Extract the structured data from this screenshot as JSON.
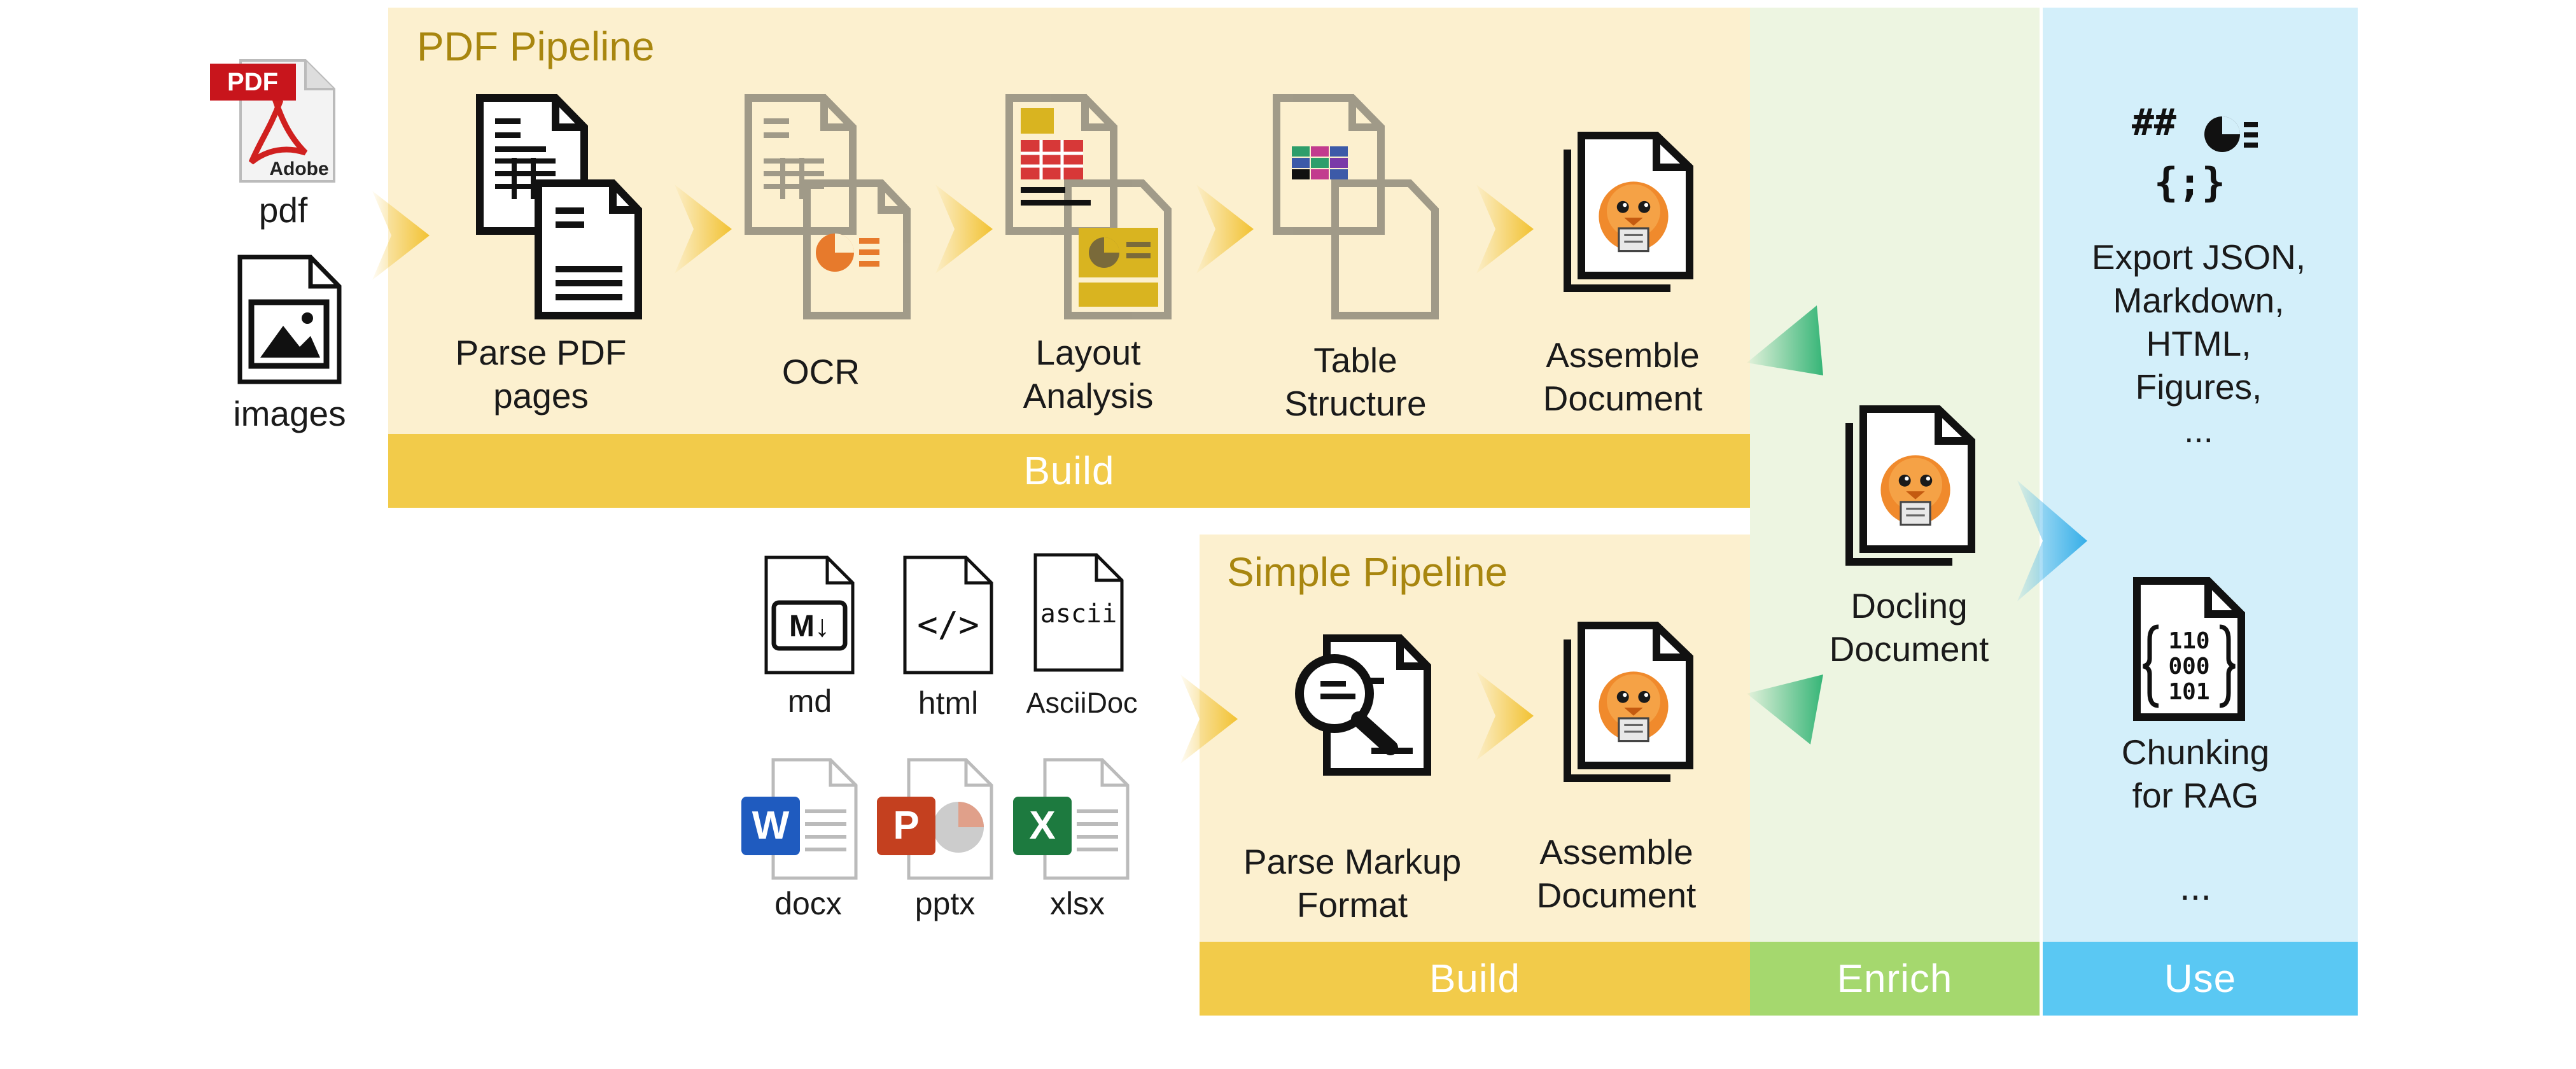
{
  "pdf_pipeline": {
    "title": "PDF Pipeline",
    "build_label": "Build",
    "inputs": [
      {
        "label": "pdf",
        "icon": "pdf-file-icon"
      },
      {
        "label": "images",
        "icon": "image-file-icon"
      }
    ],
    "stages": [
      {
        "label": "Parse PDF\npages"
      },
      {
        "label": "OCR"
      },
      {
        "label": "Layout\nAnalysis"
      },
      {
        "label": "Table\nStructure"
      },
      {
        "label": "Assemble\nDocument"
      }
    ]
  },
  "simple_pipeline": {
    "title": "Simple Pipeline",
    "build_label": "Build",
    "inputs": [
      {
        "label": "md"
      },
      {
        "label": "html"
      },
      {
        "label": "AsciiDoc"
      },
      {
        "label": "docx"
      },
      {
        "label": "pptx"
      },
      {
        "label": "xlsx"
      }
    ],
    "stages": [
      {
        "label": "Parse Markup\nFormat"
      },
      {
        "label": "Assemble\nDocument"
      }
    ]
  },
  "enrich": {
    "label": "Enrich",
    "docling_label": "Docling\nDocument"
  },
  "use": {
    "label": "Use",
    "export_icons_text": "##",
    "code_icon_text": "{;}",
    "export_label": "Export JSON,\nMarkdown,\nHTML,\nFigures,\n...",
    "binary_text": "110\n000\n101",
    "chunking_label": "Chunking\nfor RAG",
    "ellipsis": "..."
  },
  "colors": {
    "build_panel": "#fcf0cf",
    "build_band": "#f2cb4a",
    "enrich_panel": "#edf5e1",
    "enrich_band": "#a5d86e",
    "use_panel": "#d3effa",
    "use_band": "#5ac8f3",
    "title_text": "#a8860f",
    "arrow_yellow": "#f2c232",
    "arrow_green": "#36b577",
    "arrow_blue": "#35aee8"
  },
  "icon_text": {
    "pdf_badge": "PDF",
    "adobe": "Adobe",
    "ascii": "ascii",
    "md_glyph": "M↓",
    "html_glyph": "</>",
    "word_letter": "W",
    "ppt_letter": "P",
    "excel_letter": "X"
  }
}
